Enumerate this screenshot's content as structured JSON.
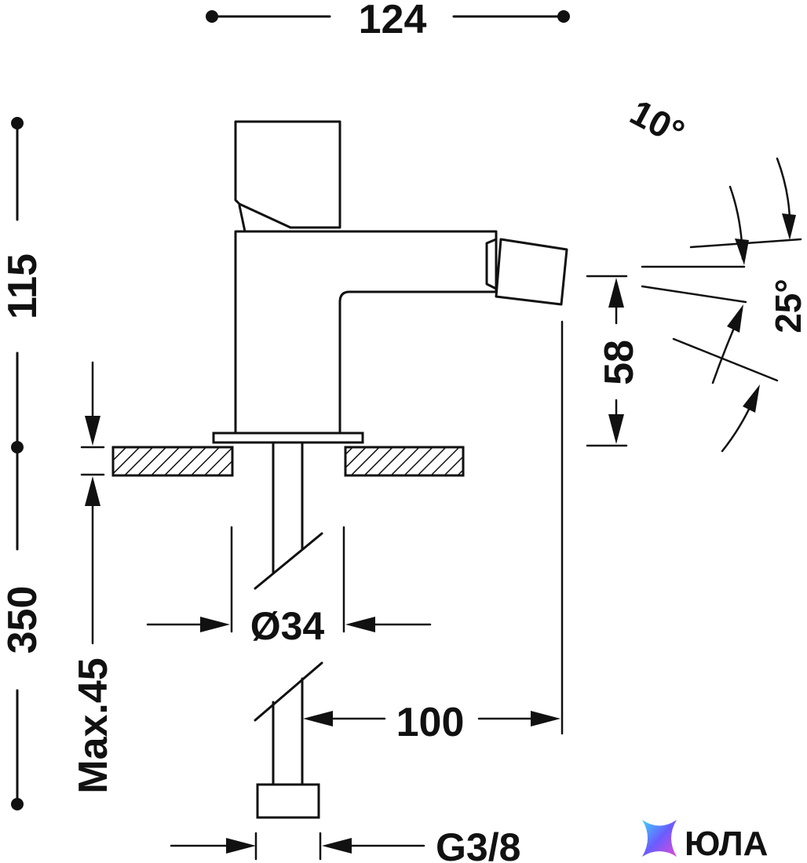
{
  "dimensions": {
    "width_total": "124",
    "height_upper": "115",
    "height_lower": "350",
    "spout_height": "58",
    "diameter": "Ø34",
    "max_thickness": "Max.45",
    "reach": "100",
    "thread": "G3/8",
    "angle_small": "10°",
    "angle_large": "25°"
  },
  "logo": {
    "text": "ЮЛА"
  },
  "colors": {
    "ink": "#111111",
    "background": "#ffffff",
    "logo_gradient": [
      "#3fd3ff",
      "#6a5cff",
      "#e04ad6"
    ]
  }
}
